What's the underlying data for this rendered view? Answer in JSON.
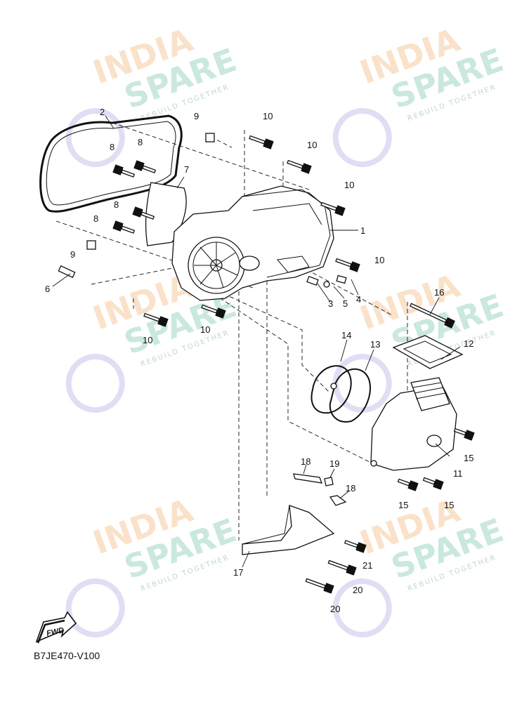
{
  "diagram": {
    "code": "B7JE470-V100",
    "fwd_label": "FWD",
    "watermark": {
      "line1": "INDIA",
      "line2": "SPARE",
      "tagline": "REBUILD TOGETHER"
    },
    "callouts": [
      "1",
      "2",
      "3",
      "4",
      "5",
      "6",
      "7",
      "8",
      "8",
      "8",
      "8",
      "9",
      "9",
      "10",
      "10",
      "10",
      "10",
      "10",
      "10",
      "11",
      "12",
      "13",
      "14",
      "15",
      "15",
      "15",
      "16",
      "17",
      "18",
      "18",
      "19",
      "20",
      "20",
      "21"
    ]
  }
}
